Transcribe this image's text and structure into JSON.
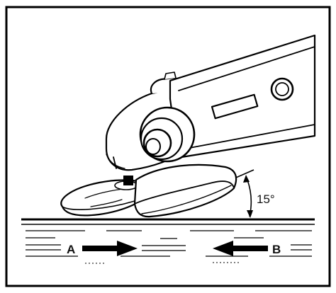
{
  "illustration": {
    "angle_label": "15°",
    "direction_left_label": "A",
    "direction_right_label": "B"
  }
}
